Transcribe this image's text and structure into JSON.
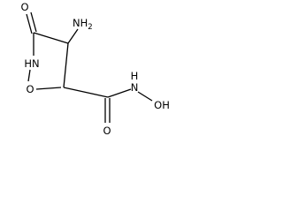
{
  "molecule": {
    "atoms": [
      {
        "id": "o_keto",
        "text": "O"
      },
      {
        "id": "n_ring",
        "text": "HN"
      },
      {
        "id": "o_ring",
        "text": "O"
      },
      {
        "id": "nh2",
        "text": "NH",
        "sub": "2"
      },
      {
        "id": "o_amide",
        "text": "O"
      },
      {
        "id": "n_amide",
        "text": "H"
      },
      {
        "id": "n_amide_n",
        "text": "N"
      },
      {
        "id": "o_hydroxy",
        "text": "OH"
      }
    ]
  }
}
